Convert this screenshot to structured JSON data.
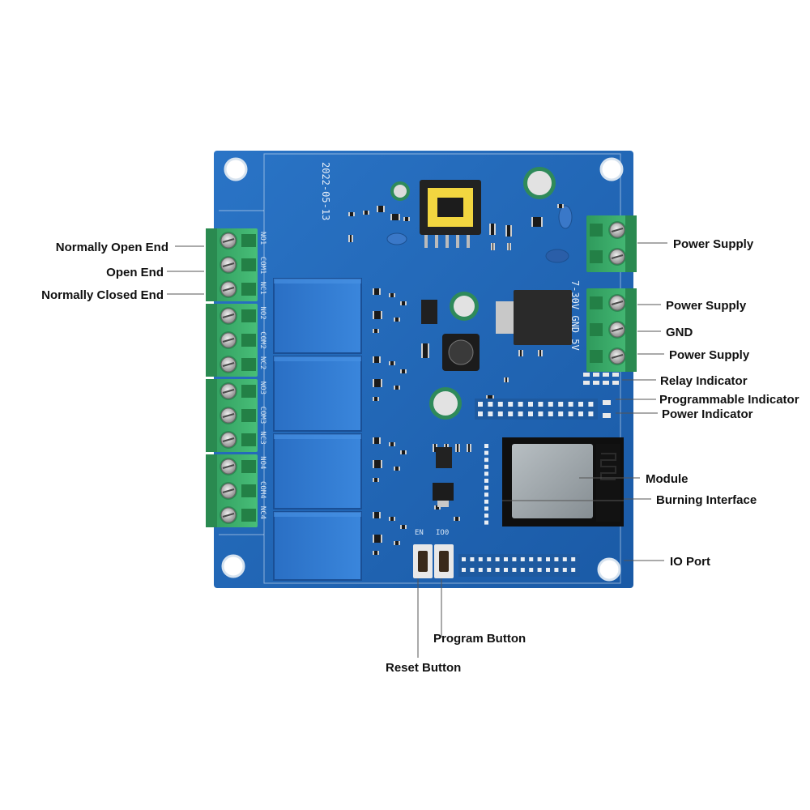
{
  "board": {
    "date_mark": "2022-05-13",
    "terminal_labels": [
      "NO1",
      "COM1",
      "NC1",
      "NO2",
      "COM2",
      "NC2",
      "NO3",
      "COM3",
      "NC3",
      "NO4",
      "COM4",
      "NC4"
    ],
    "power_silk": "7-30V GND 5V",
    "button_en": "EN",
    "button_io0": "IO0",
    "colors": {
      "pcb": "#1f66b8",
      "pcb_edge": "#2c74c4",
      "terminal": "#3aae6a",
      "relay": "#2e78d0",
      "module": "#9aa3a8"
    }
  },
  "callouts": {
    "normally_open_end": "Normally Open End",
    "open_end": "Open End",
    "normally_closed_end": "Normally Closed End",
    "power_supply_1": "Power Supply",
    "power_supply_2": "Power Supply",
    "gnd": "GND",
    "power_supply_3": "Power Supply",
    "relay_indicator": "Relay Indicator",
    "programmable_indicator": "Programmable Indicator",
    "power_indicator": "Power Indicator",
    "module": "Module",
    "burning_interface": "Burning Interface",
    "io_port": "IO Port",
    "program_button": "Program Button",
    "reset_button": "Reset Button"
  }
}
